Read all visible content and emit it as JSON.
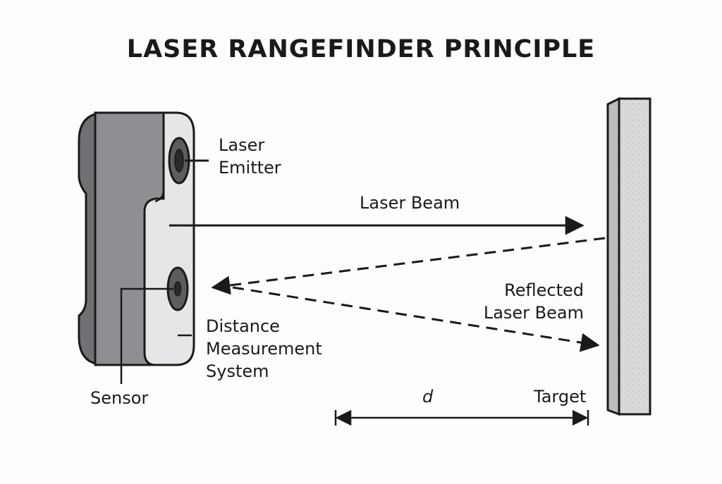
{
  "title": "LASER RANGEFINDER PRINCIPLE",
  "labels": {
    "laser_emitter": [
      "Laser",
      "Emitter"
    ],
    "laser_beam": "Laser Beam",
    "reflected_laser_beam": [
      "Reflected",
      "Laser Beam"
    ],
    "distance_measurement_system": [
      "Distance",
      "Measurement",
      "System"
    ],
    "sensor": "Sensor",
    "distance_symbol": "d",
    "target": "Target"
  },
  "colors": {
    "device_dark": "#6f7175",
    "device_mid": "#8d8f93",
    "device_light": "#e6e6e8",
    "target_fill": "#d9d9d9",
    "line": "#1a1a1a"
  }
}
